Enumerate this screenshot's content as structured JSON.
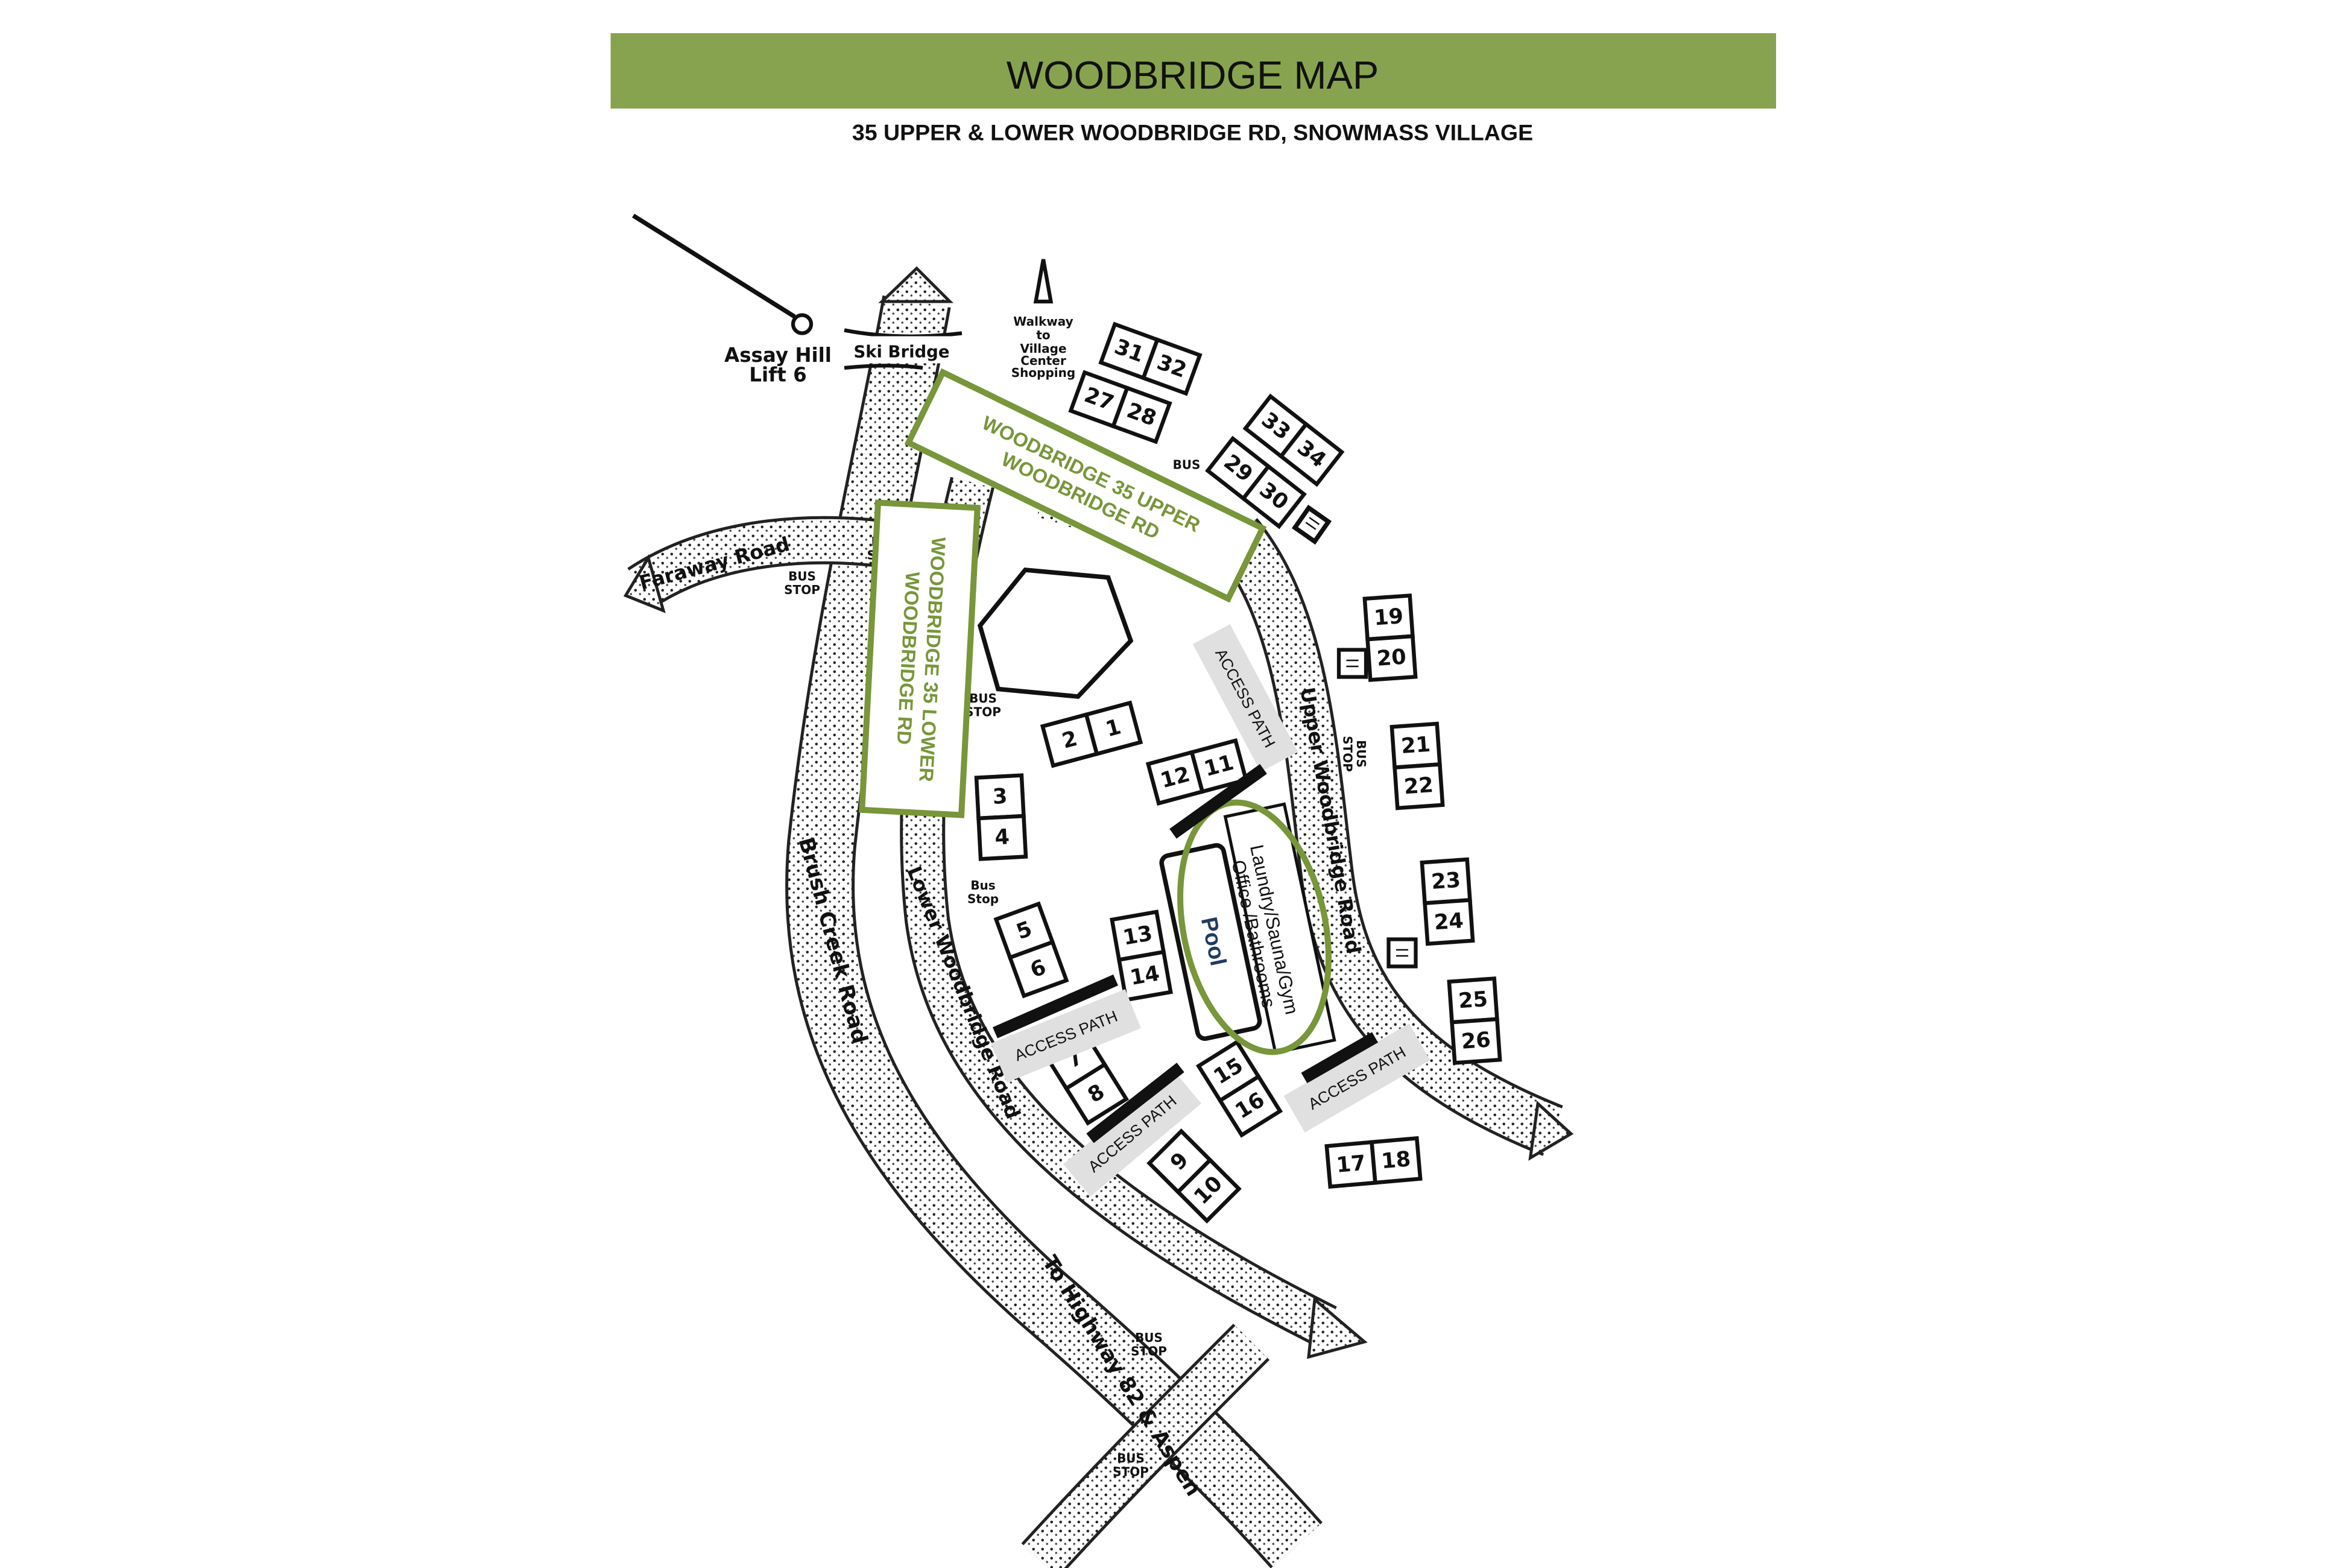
{
  "header": {
    "title": "WOODBRIDGE MAP",
    "subtitle": "35 UPPER & LOWER WOODBRIDGE RD, SNOWMASS VILLAGE",
    "bar_color": "#88a34f"
  },
  "map": {
    "accent_color": "#78963a",
    "lift": {
      "line1": "Assay Hill",
      "line2": "Lift 6"
    },
    "ski_bridge": "Ski Bridge",
    "walkway": [
      "Walkway",
      "to",
      "Village",
      "Center",
      "Shopping"
    ],
    "roads": {
      "faraway": "Faraway Road",
      "brush_creek": "Brush Creek Road",
      "lower_woodbridge": "Lower Woodbridge Road",
      "upper_woodbridge": "Upper Woodbridge Road",
      "highway": "To Highway 82 & Aspen"
    },
    "upper_box": [
      "WOODBRIDGE 35 UPPER",
      "WOODBRIDGE RD"
    ],
    "lower_box": [
      "WOODBRIDGE 35 LOWER",
      "WOODBRIDGE RD"
    ],
    "bus_stops": [
      [
        "BUS",
        "STOP"
      ],
      [
        "BUS",
        "STOP"
      ],
      [
        "BUS",
        "STOP"
      ],
      [
        "Bus",
        "Stop"
      ],
      [
        "BUS",
        "STOP"
      ],
      [
        "BUS",
        ""
      ],
      [
        "BUS",
        "STOP"
      ],
      [
        "BUS",
        "STOP"
      ]
    ],
    "access_path": "ACCESS PATH",
    "pool": "Pool",
    "amenities": [
      "Laundry/Sauna/Gym",
      "Office /Bathrooms"
    ],
    "units": [
      [
        "31",
        "32"
      ],
      [
        "27",
        "28"
      ],
      [
        "33",
        "34"
      ],
      [
        "29",
        "30"
      ],
      [
        "19",
        "20"
      ],
      [
        "21",
        "22"
      ],
      [
        "23",
        "24"
      ],
      [
        "25",
        "26"
      ],
      [
        "2",
        "1"
      ],
      [
        "12",
        "11"
      ],
      [
        "3",
        "4"
      ],
      [
        "5",
        "6"
      ],
      [
        "13",
        "14"
      ],
      [
        "7",
        "8"
      ],
      [
        "15",
        "16"
      ],
      [
        "9",
        "10"
      ],
      [
        "17",
        "18"
      ]
    ]
  }
}
